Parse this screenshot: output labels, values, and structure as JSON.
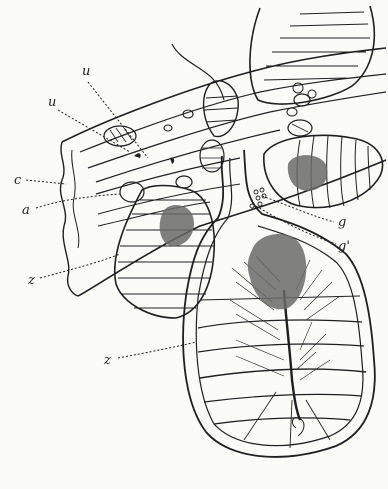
{
  "figure": {
    "labels": {
      "u_upper": "u",
      "u_left": "u",
      "c": "c",
      "a": "a",
      "z_left": "z",
      "z_lower": "z",
      "g": "g",
      "g_prime": "g'"
    }
  },
  "colors": {
    "ink": "#1f1f1f",
    "paper": "#fbfbf7",
    "nucleus": "#6a6a6a"
  }
}
